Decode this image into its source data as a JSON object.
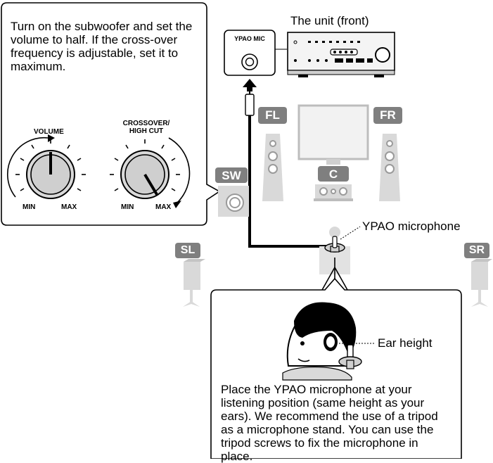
{
  "sub_callout": {
    "text": "Turn on the subwoofer and set the volume to half. If the cross-over frequency is adjustable, set it to maximum.",
    "volume_knob": {
      "label": "VOLUME",
      "min": "MIN",
      "max": "MAX"
    },
    "crossover_knob": {
      "label_line1": "CROSSOVER/",
      "label_line2": "HIGH CUT",
      "min": "MIN",
      "max": "MAX"
    }
  },
  "unit": {
    "label": "The unit (front)",
    "mic_jack_label": "YPAO MIC"
  },
  "speakers": {
    "front_left": "FL",
    "front_right": "FR",
    "center": "C",
    "subwoofer": "SW",
    "surround_left": "SL",
    "surround_right": "SR"
  },
  "microphone_label": "YPAO microphone",
  "listener_callout": {
    "ear_height_label": "Ear height",
    "text": "Place the YPAO microphone at your listening position (same height as your ears). We recommend the use of a tripod as a microphone stand. You can use the tripod screws to fix the microphone in place."
  },
  "colors": {
    "speaker_fill": "#d9d9d9",
    "speaker_dark": "#8a8a8a",
    "label_bg": "#7f7f7f",
    "outline": "#000000"
  }
}
